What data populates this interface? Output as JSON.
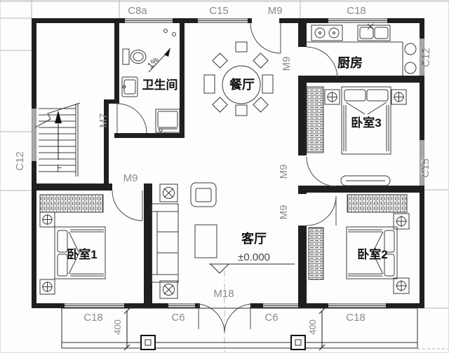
{
  "rooms": {
    "bathroom": "卫生间",
    "dining": "餐厅",
    "kitchen": "厨房",
    "living": "客厅",
    "bedroom1": "卧室1",
    "bedroom2": "卧室2",
    "bedroom3": "卧室3"
  },
  "annotations": {
    "level": "±0.000",
    "stair_up": "上",
    "slope": "1%"
  },
  "openings": {
    "top": {
      "c8a": "C8a",
      "c15": "C15",
      "m9": "M9",
      "c18": "C18"
    },
    "left": {
      "c12": "C12"
    },
    "right": {
      "c12": "C12",
      "c15": "C15"
    },
    "interior": {
      "m7": "M7",
      "m9_hall": "M9",
      "m9_kitchen": "M9",
      "m9_bed3": "M9",
      "m9_bed2": "M9"
    },
    "bottom": {
      "c18_left": "C18",
      "c6_left": "C6",
      "m18": "M18",
      "c6_right": "C6",
      "c18_right": "C18"
    },
    "porch_dim_left": "400",
    "porch_dim_right": "400"
  },
  "colors": {
    "wall": "#1f1f1f",
    "dim_text": "#8a8a8a",
    "room_text": "#111111"
  }
}
